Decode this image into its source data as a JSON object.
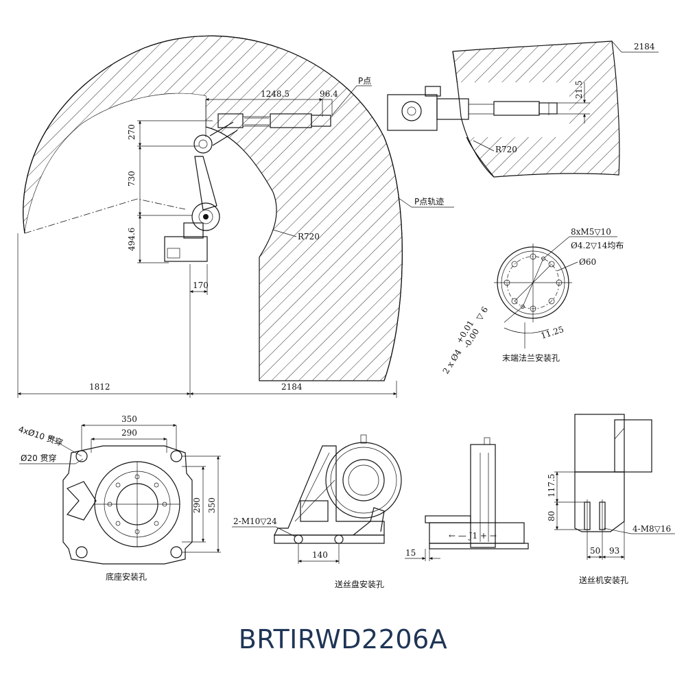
{
  "model": "BRTIRWD2206A",
  "top_view": {
    "dims": {
      "reach_left": "1812",
      "reach_right": "2184",
      "arm_length": "1248.5",
      "wrist_offset": "96.4",
      "height_upper": "270",
      "height_mid": "730",
      "height_base": "494.6",
      "base_offset": "170",
      "radius_inner": "R720"
    },
    "labels": {
      "p_point": "P点",
      "p_trajectory": "P点轨迹"
    }
  },
  "top_right_view": {
    "dims": {
      "radius_outer": "2184",
      "radius_inner": "R720",
      "offset": "21.5"
    }
  },
  "flange": {
    "dims": {
      "holes": "8xM5▽10",
      "pitch_circle": "Ø4.2▽14均布",
      "diameter": "Ø60",
      "angle": "11.25",
      "pin_holes_prefix": "2 x Ø4",
      "pin_tol_upper": "+0.01",
      "pin_tol_lower": "-0.00",
      "pin_depth": "▽ 6"
    },
    "caption": "末端法兰安装孔"
  },
  "base": {
    "dims": {
      "width_outer": "350",
      "width_inner": "290",
      "height_inner": "290",
      "height_outer": "350",
      "through_small": "4xØ10 贯穿",
      "through_large": "Ø20 贯穿"
    },
    "caption": "底座安装孔"
  },
  "wire_reel": {
    "dims": {
      "bolt": "2-M10▽24",
      "spacing": "140",
      "side_offset": "15"
    },
    "side_text": "← — J1 + →",
    "caption": "送丝盘安装孔"
  },
  "wire_feeder": {
    "dims": {
      "height_upper": "117.5",
      "height_lower": "80",
      "bolt": "4-M8▽16",
      "width_a": "50",
      "width_b": "93"
    },
    "caption": "送丝机安装孔"
  }
}
